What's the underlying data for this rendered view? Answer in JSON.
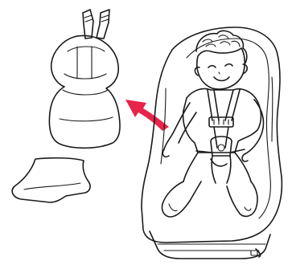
{
  "colors": {
    "pad_fill": "#f6c9dd",
    "pad_stroke": "#1a1a1a",
    "arrow": "#e8244a",
    "seat_fill": "#ffffff",
    "outline": "#1a1a1a"
  },
  "parts": {
    "upper_pad": "upper-body-cushion",
    "lower_pad": "seat-cushion",
    "arrow": "direction-arrow",
    "seat": "child-car-seat",
    "child": "seated-child"
  }
}
